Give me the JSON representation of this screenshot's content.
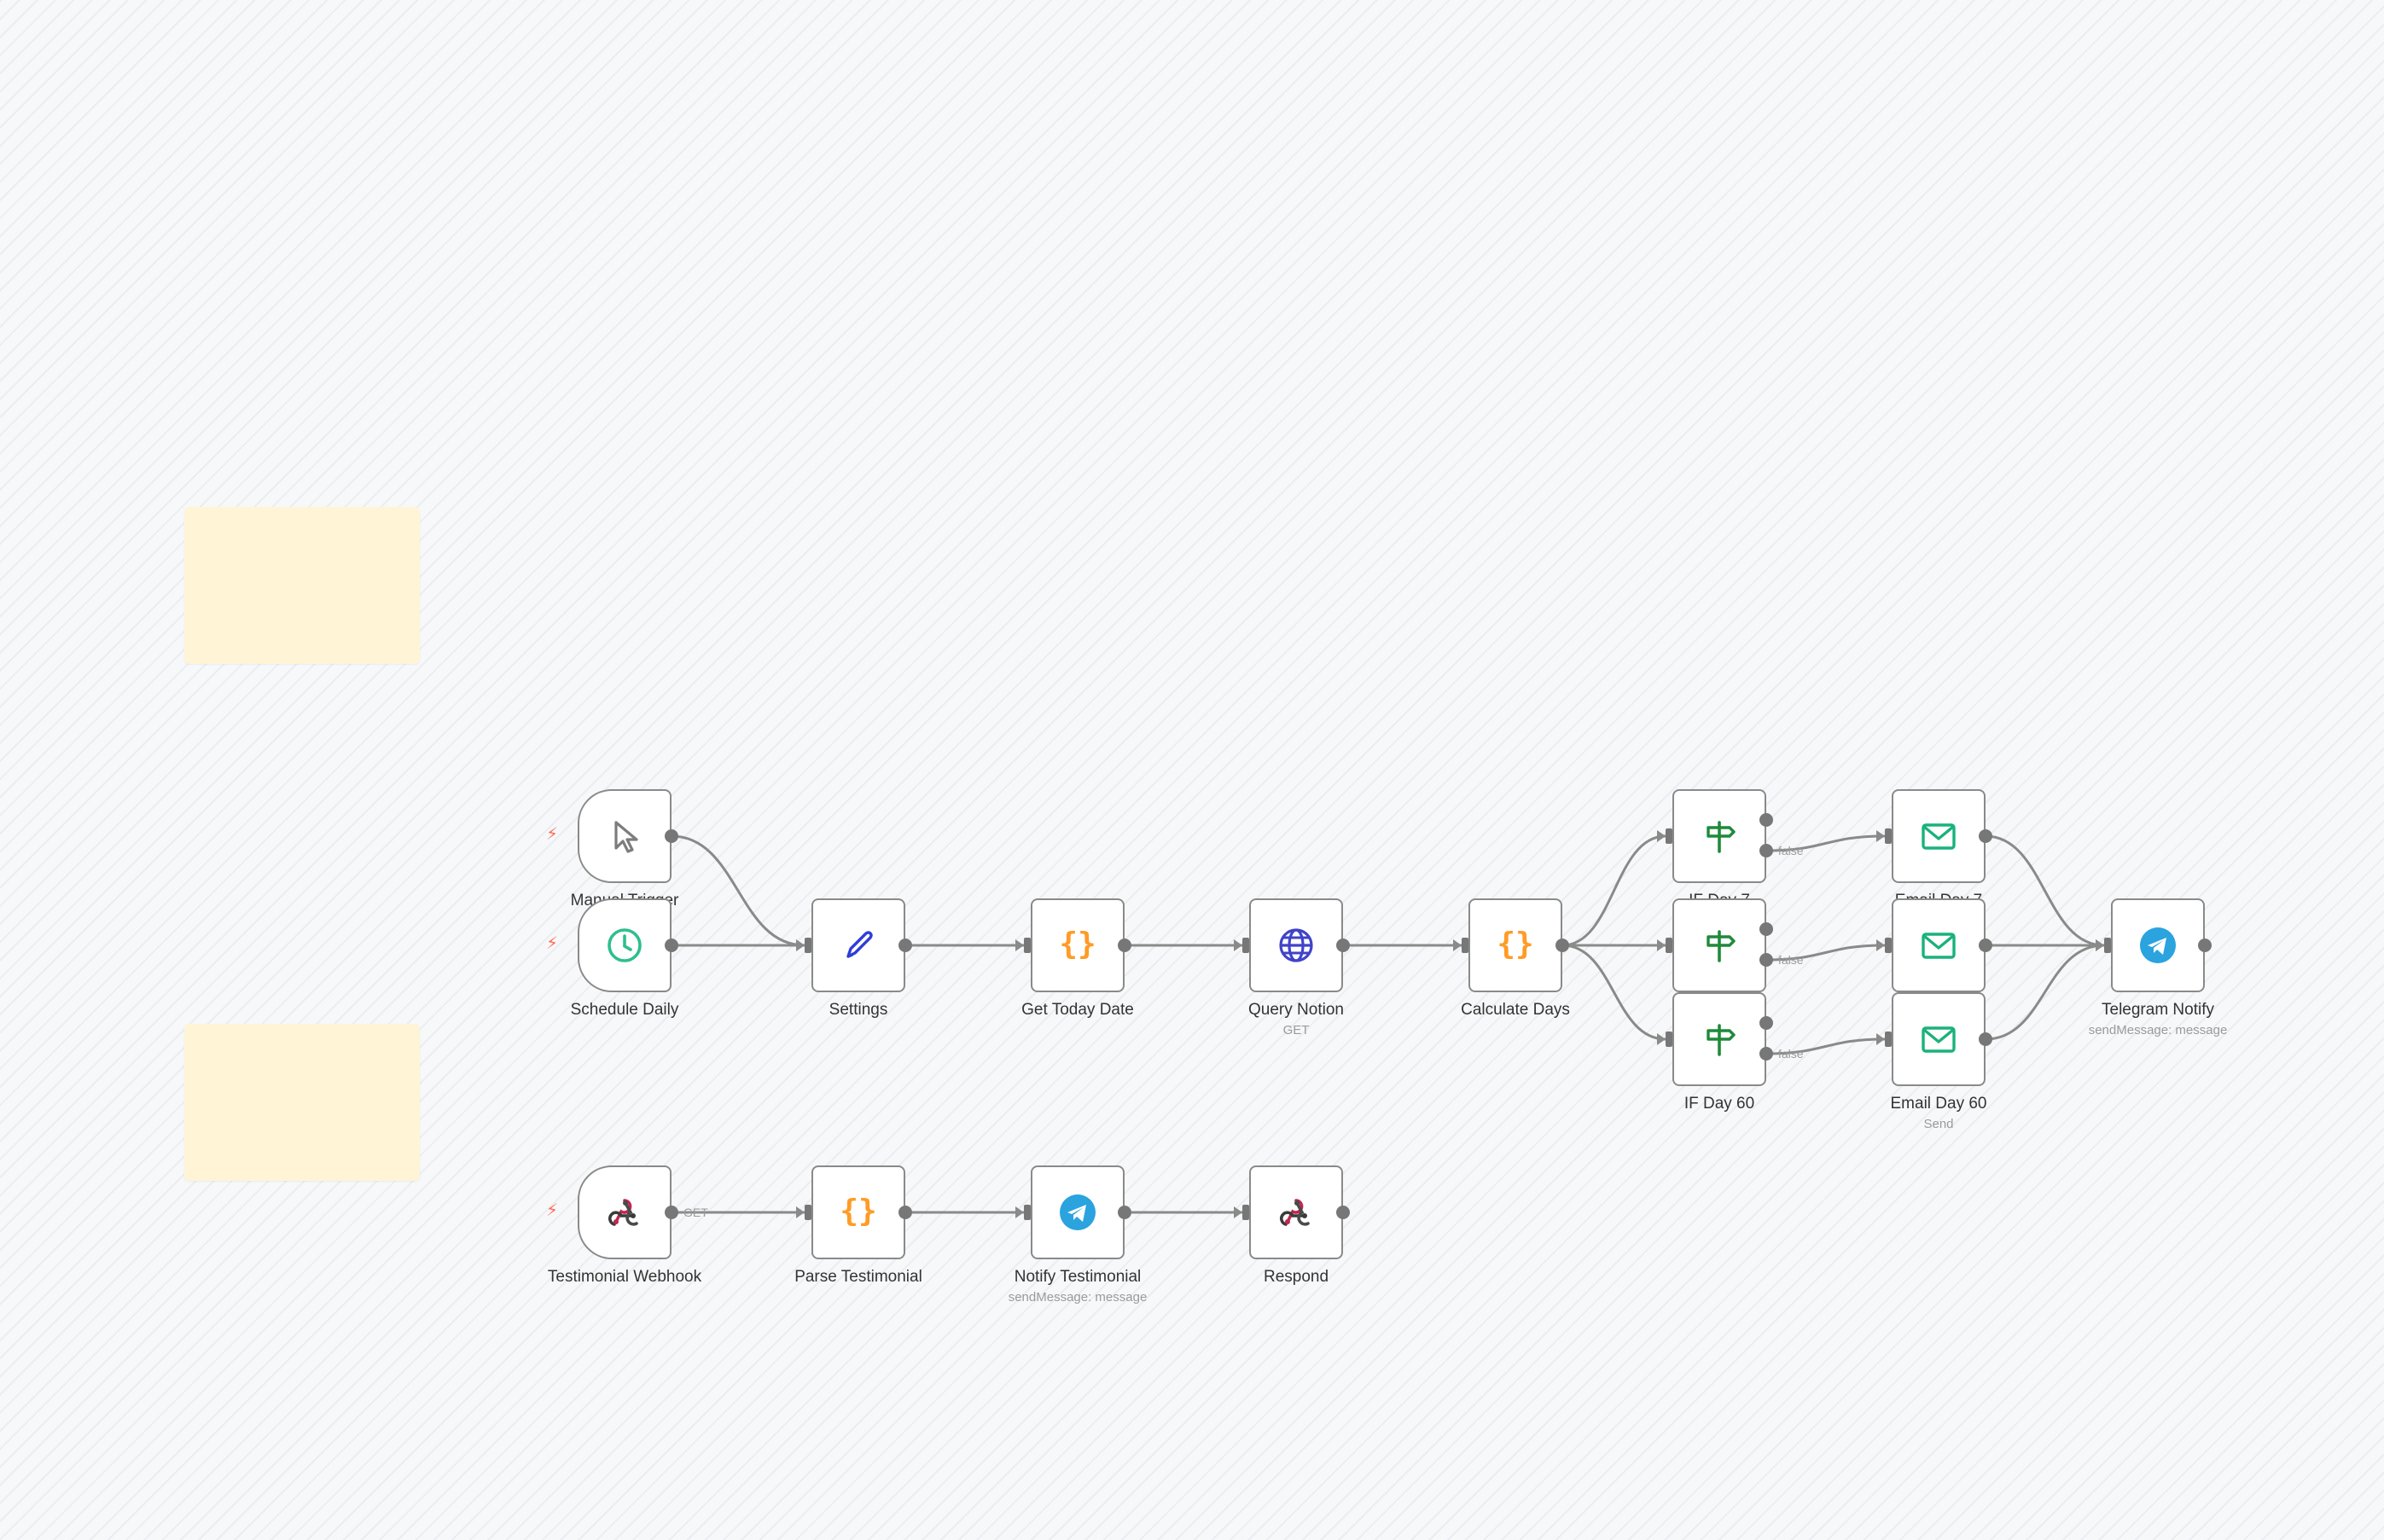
{
  "colors": {
    "edge": "#8a8a8a",
    "port": "#777777",
    "trigger_bolt": "#ff6d5a",
    "sticky": "#fff5d6",
    "code_orange": "#ff9b26",
    "pen_blue": "#2f3dd8",
    "globe_blue": "#3f43c9",
    "if_green": "#1f8a3b",
    "email_green": "#19b27b",
    "telegram_blue": "#2aa3df",
    "clock_green": "#2ebf8e"
  },
  "sticky_notes": [
    {
      "name": "sticky-note-1"
    },
    {
      "name": "sticky-note-2"
    }
  ],
  "nodes": [
    {
      "id": "manual",
      "label": "Manual Trigger",
      "subtitle": "",
      "icon": "cursor-icon",
      "trigger": true
    },
    {
      "id": "schedule",
      "label": "Schedule Daily",
      "subtitle": "",
      "icon": "clock-icon",
      "trigger": true
    },
    {
      "id": "settings",
      "label": "Settings",
      "subtitle": "",
      "icon": "pen-icon",
      "trigger": false
    },
    {
      "id": "today",
      "label": "Get Today Date",
      "subtitle": "",
      "icon": "code-braces-icon",
      "trigger": false
    },
    {
      "id": "notion",
      "label": "Query Notion",
      "subtitle": "GET",
      "icon": "globe-icon",
      "trigger": false
    },
    {
      "id": "calc",
      "label": "Calculate Days",
      "subtitle": "",
      "icon": "code-braces-icon",
      "trigger": false
    },
    {
      "id": "if7",
      "label": "IF Day 7",
      "subtitle": "",
      "icon": "signpost-icon",
      "trigger": false
    },
    {
      "id": "if30",
      "label": "",
      "subtitle": "",
      "icon": "signpost-icon",
      "trigger": false
    },
    {
      "id": "if60",
      "label": "IF Day 60",
      "subtitle": "",
      "icon": "signpost-icon",
      "trigger": false
    },
    {
      "id": "email7",
      "label": "Email Day 7",
      "subtitle": "",
      "icon": "envelope-icon",
      "trigger": false
    },
    {
      "id": "email30",
      "label": "",
      "subtitle": "",
      "icon": "envelope-icon",
      "trigger": false
    },
    {
      "id": "email60",
      "label": "Email Day 60",
      "subtitle": "Send",
      "icon": "envelope-icon",
      "trigger": false
    },
    {
      "id": "telegram",
      "label": "Telegram Notify",
      "subtitle": "sendMessage: message",
      "icon": "telegram-icon",
      "trigger": false
    },
    {
      "id": "webhook",
      "label": "Testimonial Webhook",
      "subtitle": "",
      "icon": "webhook-icon",
      "trigger": true
    },
    {
      "id": "parse",
      "label": "Parse Testimonial",
      "subtitle": "",
      "icon": "code-braces-icon",
      "trigger": false
    },
    {
      "id": "notifyT",
      "label": "Notify Testimonial",
      "subtitle": "sendMessage: message",
      "icon": "telegram-icon",
      "trigger": false
    },
    {
      "id": "respond",
      "label": "Respond",
      "subtitle": "",
      "icon": "webhook-icon",
      "trigger": false
    }
  ],
  "connections": [
    {
      "from": "manual",
      "to": "settings",
      "label": ""
    },
    {
      "from": "schedule",
      "to": "settings",
      "label": ""
    },
    {
      "from": "settings",
      "to": "today",
      "label": ""
    },
    {
      "from": "today",
      "to": "notion",
      "label": ""
    },
    {
      "from": "notion",
      "to": "calc",
      "label": ""
    },
    {
      "from": "calc",
      "to": "if7",
      "label": ""
    },
    {
      "from": "calc",
      "to": "if30",
      "label": ""
    },
    {
      "from": "calc",
      "to": "if60",
      "label": ""
    },
    {
      "from": "if7",
      "to": "email7",
      "label": "false"
    },
    {
      "from": "if30",
      "to": "email30",
      "label": "false"
    },
    {
      "from": "if60",
      "to": "email60",
      "label": "false"
    },
    {
      "from": "email7",
      "to": "telegram",
      "label": ""
    },
    {
      "from": "email30",
      "to": "telegram",
      "label": ""
    },
    {
      "from": "email60",
      "to": "telegram",
      "label": ""
    },
    {
      "from": "webhook",
      "to": "parse",
      "label": "GET"
    },
    {
      "from": "parse",
      "to": "notifyT",
      "label": ""
    },
    {
      "from": "notifyT",
      "to": "respond",
      "label": ""
    }
  ]
}
